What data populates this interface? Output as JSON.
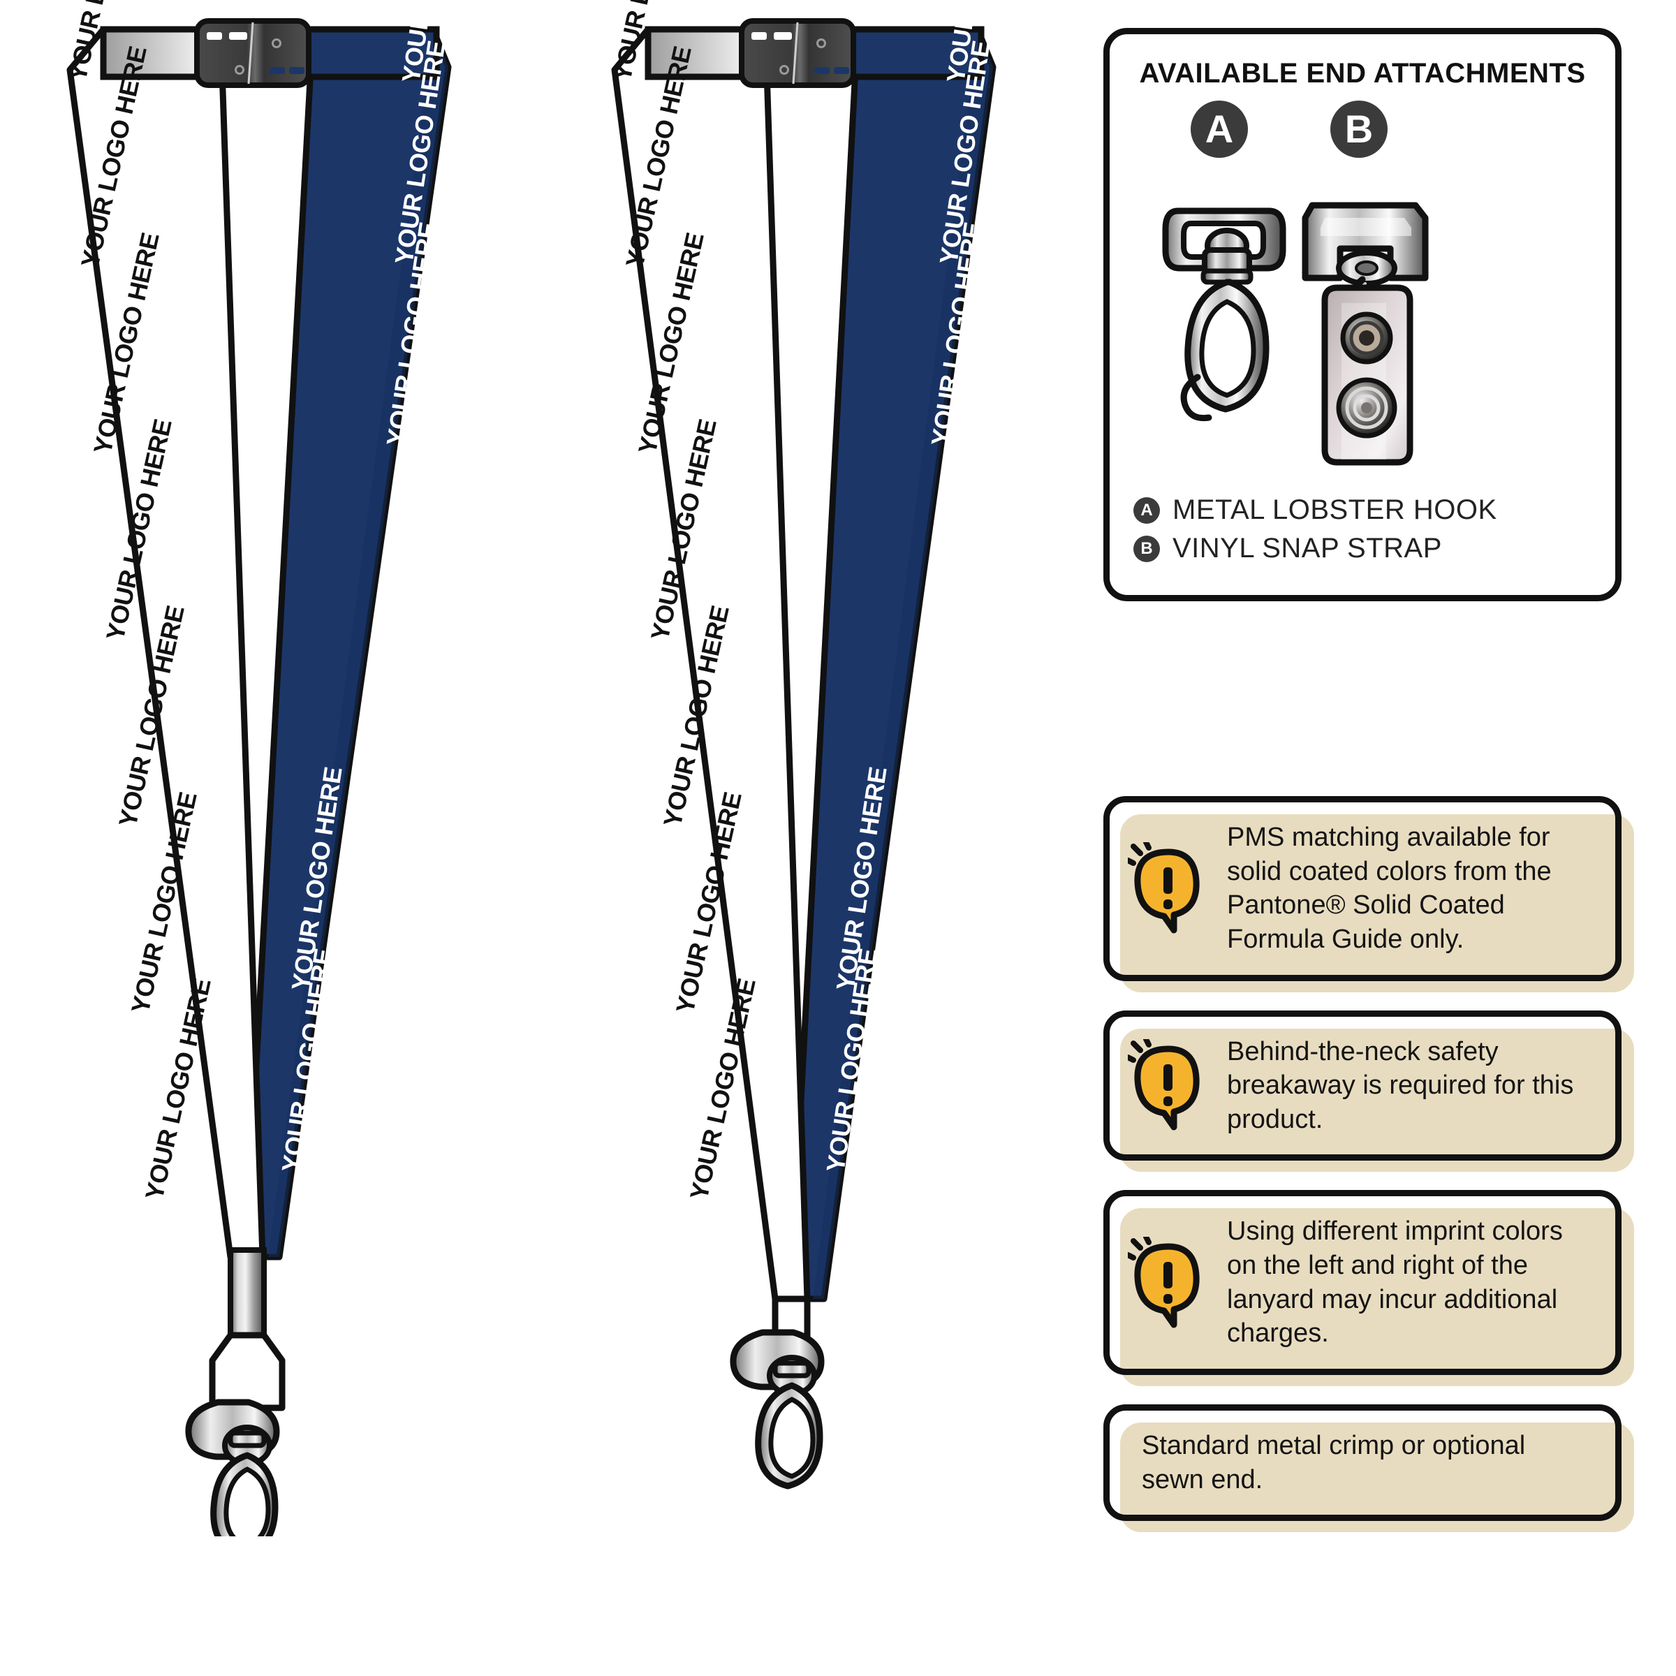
{
  "imprint": {
    "logo_text": "YOUR LOGO HERE"
  },
  "colors": {
    "navy": "#1C3668",
    "white": "#FFFFFF",
    "outline": "#111111",
    "beige_shadow": "#E8DCC0",
    "warning_yellow": "#F5B32D",
    "badge_gray": "#3B3B3B",
    "metal_light": "#F2F2F2",
    "metal_mid": "#9A9A9A",
    "metal_dark": "#4A4A4A",
    "buckle_dark": "#3A3A3A"
  },
  "lanyards": [
    {
      "name": "lanyard-left",
      "left_strap_color": "white",
      "right_strap_color": "navy",
      "end_type": "metal crimp with lobster hook",
      "has_breakaway_buckle": true,
      "imprint_repeat_count": 12
    },
    {
      "name": "lanyard-right",
      "left_strap_color": "white",
      "right_strap_color": "navy",
      "end_type": "sewn end with lobster hook",
      "has_breakaway_buckle": true,
      "imprint_repeat_count": 12
    }
  ],
  "attachments_panel": {
    "title": "AVAILABLE END ATTACHMENTS",
    "options": [
      {
        "badge": "A",
        "label": "METAL LOBSTER HOOK",
        "icon": "metal-lobster-hook-icon"
      },
      {
        "badge": "B",
        "label": "VINYL SNAP STRAP",
        "icon": "vinyl-snap-strap-icon"
      }
    ]
  },
  "notes": [
    {
      "id": "note-pms-matching",
      "icon": "warning-exclamation-icon",
      "has_icon": true,
      "text": "PMS matching available for solid coated colors from the Pantone® Solid Coated Formula Guide only."
    },
    {
      "id": "note-breakaway-required",
      "icon": "warning-exclamation-icon",
      "has_icon": true,
      "text": "Behind-the-neck safety breakaway is required for this product."
    },
    {
      "id": "note-imprint-colors",
      "icon": "warning-exclamation-icon",
      "has_icon": true,
      "text": "Using different imprint colors on the left and right of the lanyard may incur additional charges."
    },
    {
      "id": "note-crimp-or-sewn",
      "icon": null,
      "has_icon": false,
      "text": "Standard metal crimp or optional sewn end."
    }
  ]
}
